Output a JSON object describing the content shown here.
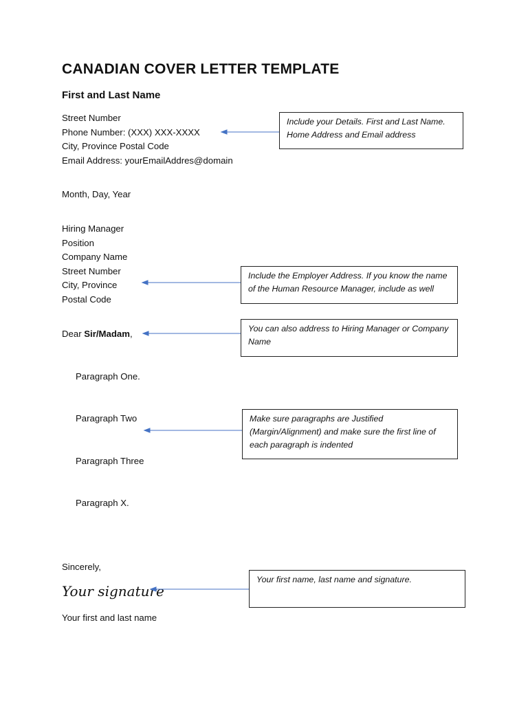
{
  "title": "CANADIAN COVER LETTER TEMPLATE",
  "applicant": {
    "name": "First and Last Name",
    "lines": [
      "Street Number",
      "Phone Number: (XXX) XXX-XXXX",
      "City, Province Postal Code",
      "Email Address: yourEmailAddres@domain"
    ]
  },
  "date": "Month, Day, Year",
  "employer": {
    "lines": [
      "Hiring Manager",
      "Position",
      "Company Name",
      "Street Number",
      "City, Province",
      "Postal Code"
    ]
  },
  "salutation": {
    "prefix": "Dear ",
    "name": "Sir/Madam",
    "suffix": ","
  },
  "paragraphs": [
    "Paragraph One.",
    "Paragraph Two",
    "Paragraph Three",
    "Paragraph X."
  ],
  "closing": "Sincerely,",
  "signature": "Your signature",
  "signed_name": "Your first and last name",
  "notes": {
    "details": "Include your Details. First and Last Name. Home Address and Email address",
    "employer": "Include the Employer Address. If you know the name of the Human Resource Manager, include as well",
    "salutation": "You can also address to Hiring Manager or Company Name",
    "paragraphs": "Make sure paragraphs are Justified (Margin/Alignment) and make sure the first line of each paragraph is indented",
    "signature": "Your first name, last name and signature."
  },
  "colors": {
    "arrow": "#4472c4",
    "text": "#111111",
    "border": "#222222"
  }
}
